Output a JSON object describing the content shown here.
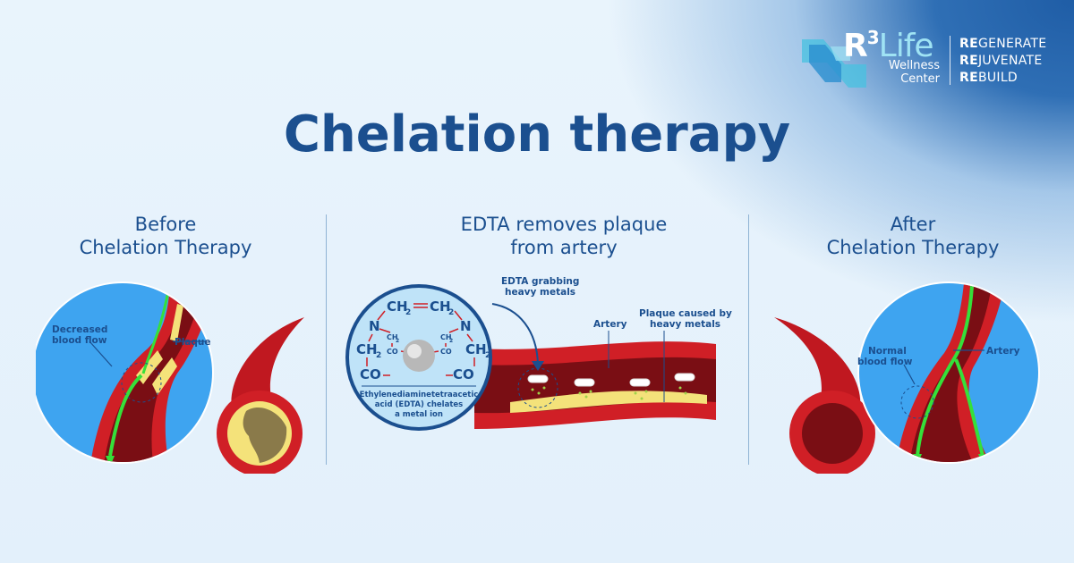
{
  "brand": {
    "name_prefix": "R",
    "name_sup": "3",
    "name_suffix": "Life",
    "sub_line1": "Wellness",
    "sub_line2": "Center",
    "tagline1_bold": "RE",
    "tagline1_rest": "GENERATE",
    "tagline2_bold": "RE",
    "tagline2_rest": "JUVENATE",
    "tagline3_bold": "RE",
    "tagline3_rest": "BUILD"
  },
  "title": "Chelation therapy",
  "sections": {
    "before": {
      "heading_line1": "Before",
      "heading_line2": "Chelation Therapy",
      "label_flow_line1": "Decreased",
      "label_flow_line2": "blood flow",
      "label_plaque": "Plaque"
    },
    "middle": {
      "heading_line1": "EDTA removes plaque",
      "heading_line2": "from artery",
      "label_grab_line1": "EDTA grabbing",
      "label_grab_line2": "heavy metals",
      "label_artery": "Artery",
      "label_plaque_line1": "Plaque caused by",
      "label_plaque_line2": "heavy metals",
      "caption_line1": "Ethylenediaminetetraacetic",
      "caption_line2": "acid (EDTA) chelates",
      "caption_line3": "a metal ion"
    },
    "after": {
      "heading_line1": "After",
      "heading_line2": "Chelation Therapy",
      "label_flow_line1": "Normal",
      "label_flow_line2": "blood flow",
      "label_artery": "Artery"
    }
  },
  "colors": {
    "navy": "#1b4f8f",
    "artery_red": "#d01f26",
    "artery_dark": "#7a0e14",
    "plaque_yellow": "#f4e27a",
    "flow_green": "#35e03a",
    "circle_blue": "#3ea4f0"
  },
  "icons": [
    "r3life-logo-icon",
    "edta-molecule-icon",
    "metal-ion-icon",
    "artery-cross-section-icon"
  ]
}
